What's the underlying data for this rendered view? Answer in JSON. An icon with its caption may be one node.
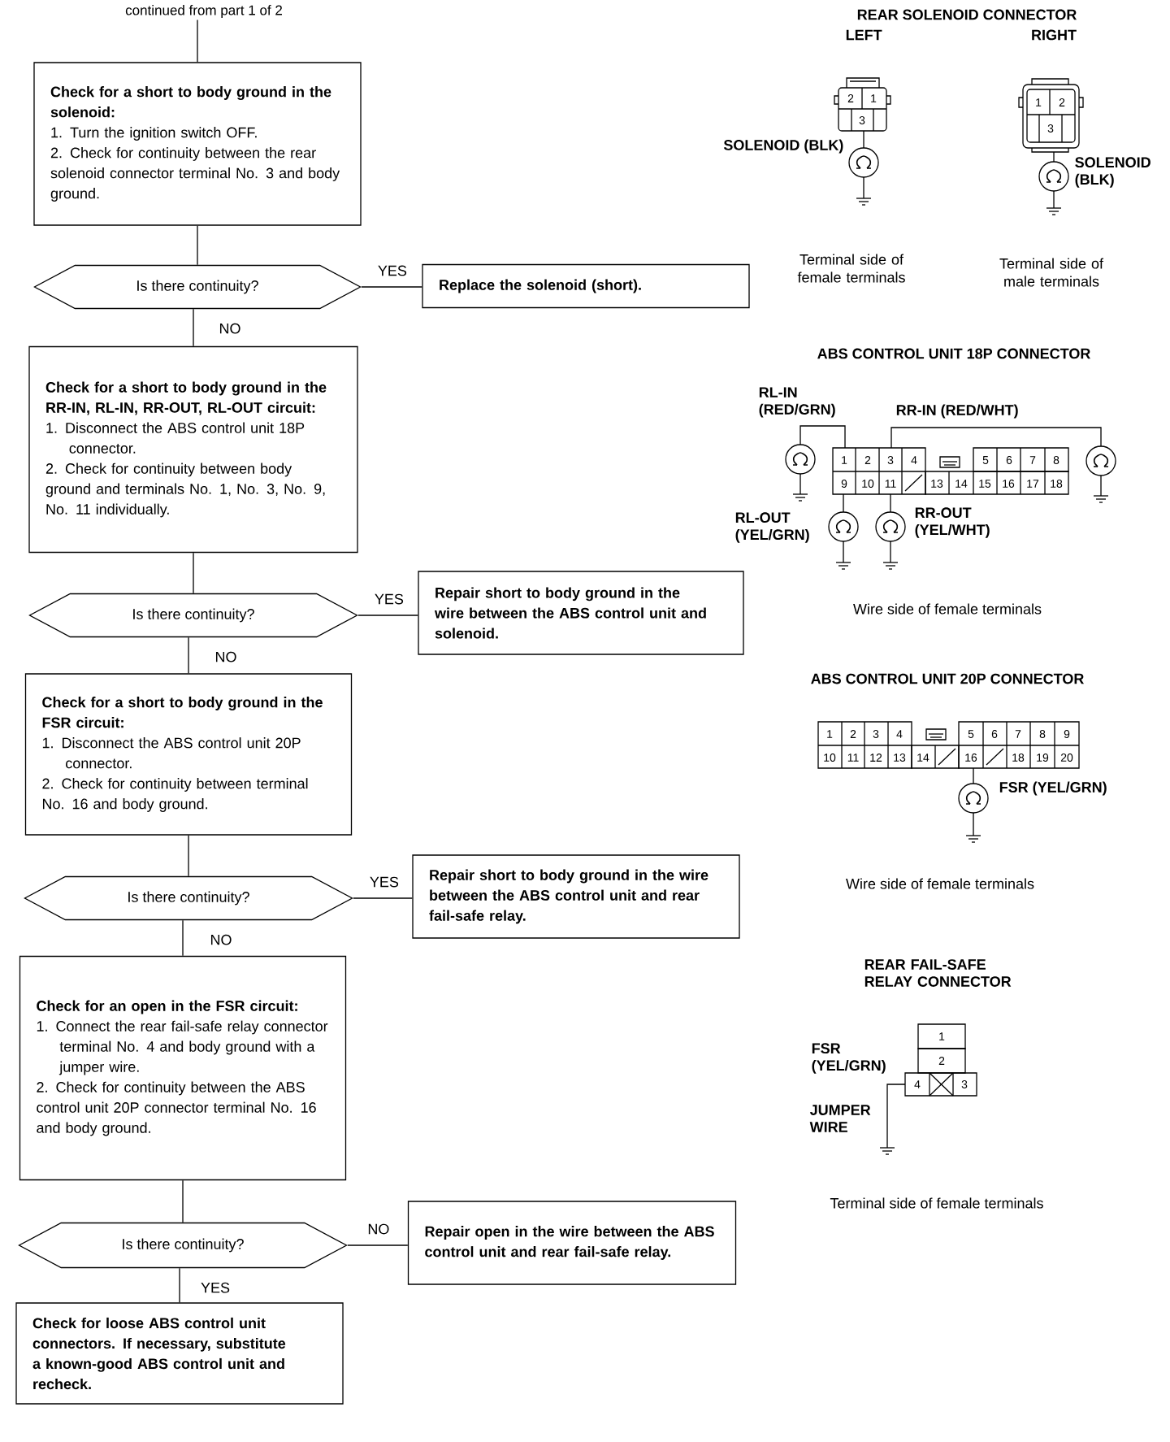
{
  "diagram": {
    "nodes": [
      {
        "text": [
          "continued from part 1 of 2"
        ]
      },
      {
        "text": [
          "Check for a short to body ground in the solenoid:",
          "1. Turn the ignition switch OFF.",
          "2. Check for continuity between the rear solenoid connector terminal No. 3 and body ground."
        ]
      },
      {
        "text": [
          "Is there continuity?"
        ]
      },
      {
        "text": [
          "Replace the solenoid (short)."
        ]
      },
      {
        "text": [
          "Check for a short to body ground in the RR-IN, RL-IN, RR-OUT, RL-OUT circuit:",
          "1. Disconnect the ABS control unit 18P connector.",
          "2. Check for continuity between body ground and terminals No. 1, No. 3, No. 9, No. 11 individually."
        ]
      },
      {
        "text": [
          "Is there continuity?"
        ]
      },
      {
        "text": [
          "Repair short to body ground in the wire between the ABS control unit and solenoid."
        ]
      },
      {
        "text": [
          "Check for a short to body ground in the FSR circuit:",
          "1. Disconnect the ABS control unit 20P connector.",
          "2. Check for continuity between terminal No. 16 and body ground."
        ]
      },
      {
        "text": [
          "Is there continuity?"
        ]
      },
      {
        "text": [
          "Repair short to body ground in the wire between the ABS control unit and rear fail-safe relay."
        ]
      },
      {
        "text": [
          "Check for an open in the FSR circuit:",
          "1. Connect the rear fail-safe relay connector terminal No. 4 and body ground with a jumper wire.",
          "2. Check for continuity between the ABS control unit 20P connector terminal No. 16 and body ground."
        ]
      },
      {
        "text": [
          "Is there continuity?"
        ]
      },
      {
        "text": [
          "Repair open in the wire between the ABS control unit and rear fail-safe relay."
        ]
      },
      {
        "text": [
          "Check for loose ABS control unit connectors. If necessary, substitute a known-good ABS control unit and recheck."
        ]
      }
    ],
    "edges": [
      {
        "from": 0,
        "to": 1,
        "arrow": "none"
      },
      {
        "from": 1,
        "to": 2,
        "arrow": "none"
      },
      {
        "from": 2,
        "to": 3,
        "arrow": "none",
        "label": "YES"
      },
      {
        "from": 2,
        "to": 4,
        "arrow": "none",
        "label": "NO"
      },
      {
        "from": 4,
        "to": 5,
        "arrow": "none"
      },
      {
        "from": 5,
        "to": 6,
        "arrow": "none",
        "label": "YES"
      },
      {
        "from": 5,
        "to": 7,
        "arrow": "none",
        "label": "NO"
      },
      {
        "from": 7,
        "to": 8,
        "arrow": "none"
      },
      {
        "from": 8,
        "to": 9,
        "arrow": "none",
        "label": "YES"
      },
      {
        "from": 8,
        "to": 10,
        "arrow": "none",
        "label": "NO"
      },
      {
        "from": 10,
        "to": 11,
        "arrow": "none"
      },
      {
        "from": 11,
        "to": 12,
        "arrow": "none",
        "label": "NO"
      },
      {
        "from": 11,
        "to": 13,
        "arrow": "none",
        "label": "YES"
      }
    ],
    "labels": [
      "REAR SOLENOID CONNECTOR",
      "LEFT",
      "RIGHT",
      "2",
      "1",
      "3",
      "SOLENOID (BLK)",
      "1",
      "2",
      "3",
      "SOLENOID (BLK)",
      "Terminal side of female terminals",
      "Terminal side of male terminals",
      "ABS CONTROL UNIT 18P CONNECTOR",
      "RL-IN (RED/GRN)",
      "RR-IN (RED/WHT)",
      "1",
      "2",
      "3",
      "4",
      "5",
      "6",
      "7",
      "8",
      "9",
      "10",
      "11",
      "13",
      "14",
      "15",
      "16",
      "17",
      "18",
      "RL-OUT (YEL/GRN)",
      "RR-OUT (YEL/WHT)",
      "Wire side of female terminals",
      "ABS CONTROL UNIT 20P CONNECTOR",
      "1",
      "2",
      "3",
      "4",
      "5",
      "6",
      "7",
      "8",
      "9",
      "10",
      "11",
      "12",
      "13",
      "14",
      "16",
      "18",
      "19",
      "20",
      "FSR (YEL/GRN)",
      "Wire side of female terminals",
      "REAR FAIL-SAFE RELAY CONNECTOR",
      "FSR (YEL/GRN)",
      "1",
      "2",
      "4",
      "3",
      "JUMPER WIRE",
      "Terminal side of female terminals"
    ]
  }
}
